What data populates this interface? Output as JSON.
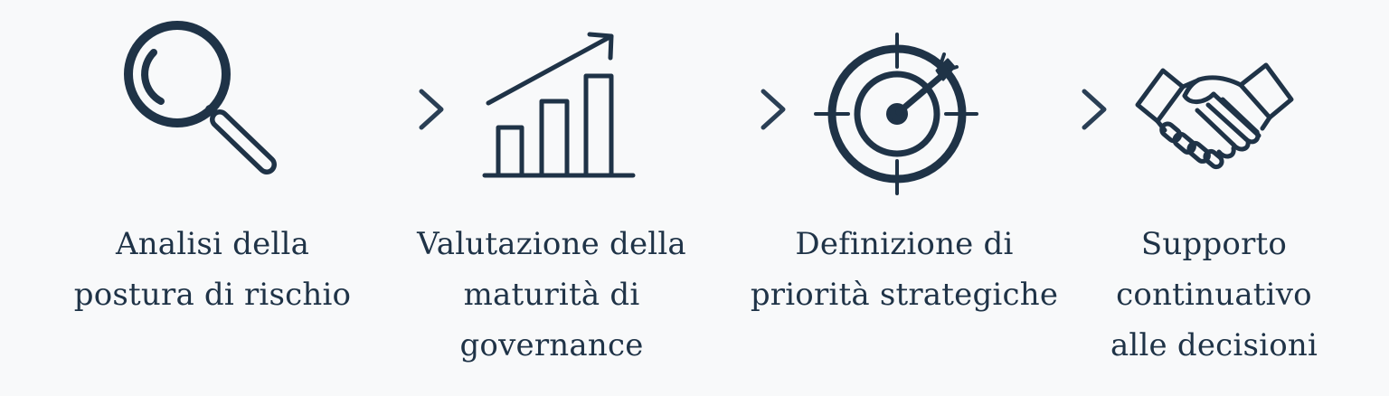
{
  "colors": {
    "background": "#f8f9fa",
    "icon_stroke": "#1f3347",
    "arrow_start": "#c6ccd3",
    "arrow_end": "#2a3f55",
    "text": "#1f3347"
  },
  "steps": [
    {
      "icon": "magnifying-glass-icon",
      "lines": [
        "Analisi della",
        "postura di rischio"
      ]
    },
    {
      "icon": "growth-bar-chart-icon",
      "lines": [
        "Valutazione della",
        "maturità di",
        "governance"
      ]
    },
    {
      "icon": "target-with-arrow-icon",
      "lines": [
        "Definizione di",
        "priorità strategiche"
      ]
    },
    {
      "icon": "handshake-icon",
      "lines": [
        "Supporto",
        "continuativo",
        "alle decisioni"
      ]
    }
  ],
  "connectors": [
    "right-arrow-icon",
    "right-arrow-icon",
    "right-arrow-icon"
  ]
}
